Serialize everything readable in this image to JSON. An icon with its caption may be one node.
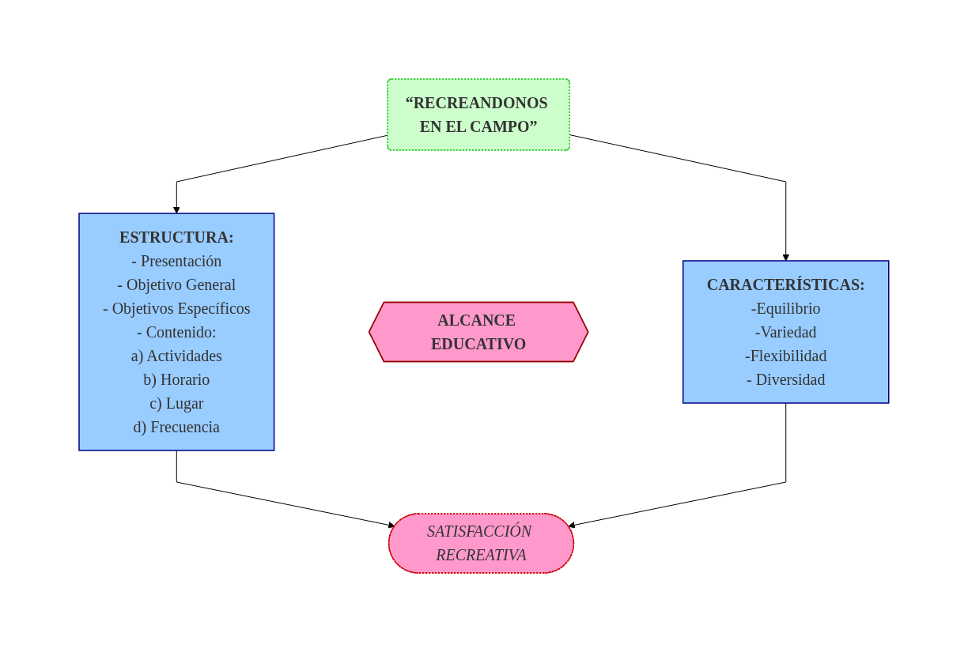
{
  "diagram": {
    "nodes": [
      {
        "text": [
          "“RECREANDONOS EN EL CAMPO”"
        ]
      },
      {
        "text": [
          "ESTRUCTURA:",
          "- Presentación",
          "- Objetivo General",
          "- Objetivos Específicos",
          "- Contenido:",
          "a) Actividades",
          "b) Horario",
          "c) Lugar",
          "d) Frecuencia"
        ]
      },
      {
        "text": [
          "ALCANCE EDUCATIVO"
        ]
      },
      {
        "text": [
          "CARACTERÍSTICAS:",
          "-Equilibrio",
          "-Variedad",
          "-Flexibilidad",
          "- Diversidad"
        ]
      },
      {
        "text": [
          "SATISFACCIÓN RECREATIVA"
        ]
      }
    ],
    "edges": [
      {
        "from": 0,
        "to": 1,
        "arrow": "to"
      },
      {
        "from": 0,
        "to": 3,
        "arrow": "to"
      },
      {
        "from": 1,
        "to": 4,
        "arrow": "to"
      },
      {
        "from": 3,
        "to": 4,
        "arrow": "to"
      }
    ]
  }
}
